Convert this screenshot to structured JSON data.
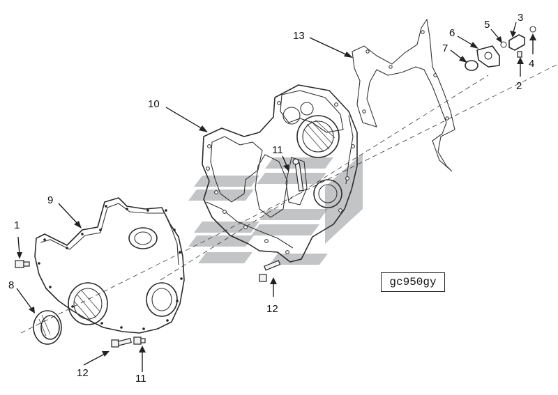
{
  "diagram_code": "gc950gy",
  "callouts": {
    "c1": "1",
    "c2": "2",
    "c3": "3",
    "c4": "4",
    "c5": "5",
    "c6": "6",
    "c7": "7",
    "c8": "8",
    "c9": "9",
    "c10": "10",
    "c11_upper": "11",
    "c11_lower": "11",
    "c12_right": "12",
    "c12_left": "12",
    "c13": "13"
  }
}
